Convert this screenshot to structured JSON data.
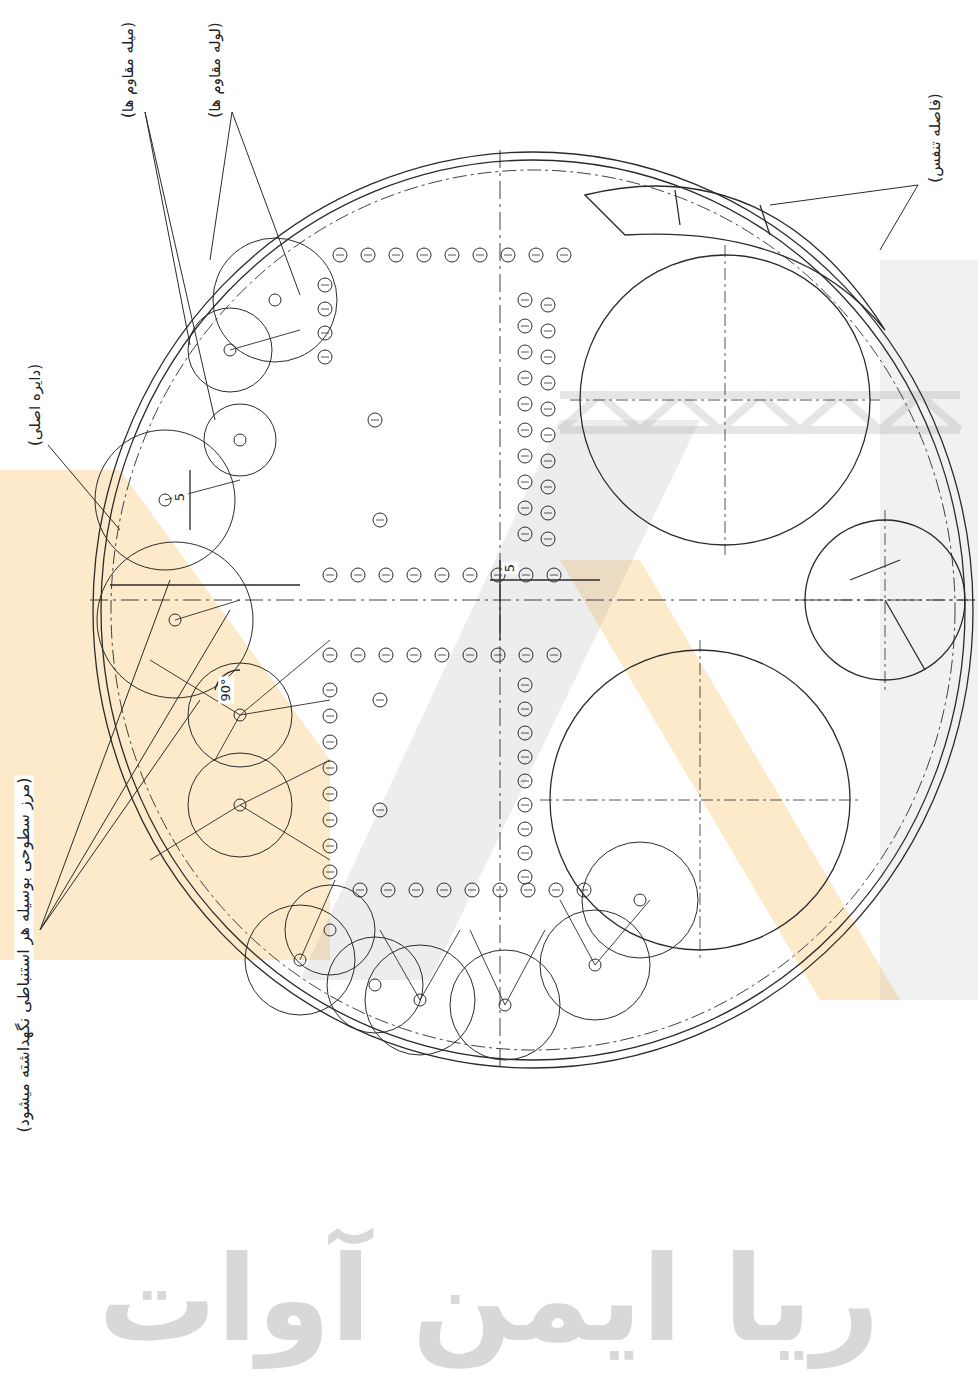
{
  "diagram": {
    "labels": [
      "(دایره اصلی)",
      "(میله مقاوم ها)",
      "(لوله مقاوم ها)",
      "(فاصله تنفس)",
      "(مرز سطوحی بوسیله هر استنباطی نگهداشته میشود)",
      "90°",
      "5",
      "5",
      "ریا ایمن آوات"
    ]
  }
}
